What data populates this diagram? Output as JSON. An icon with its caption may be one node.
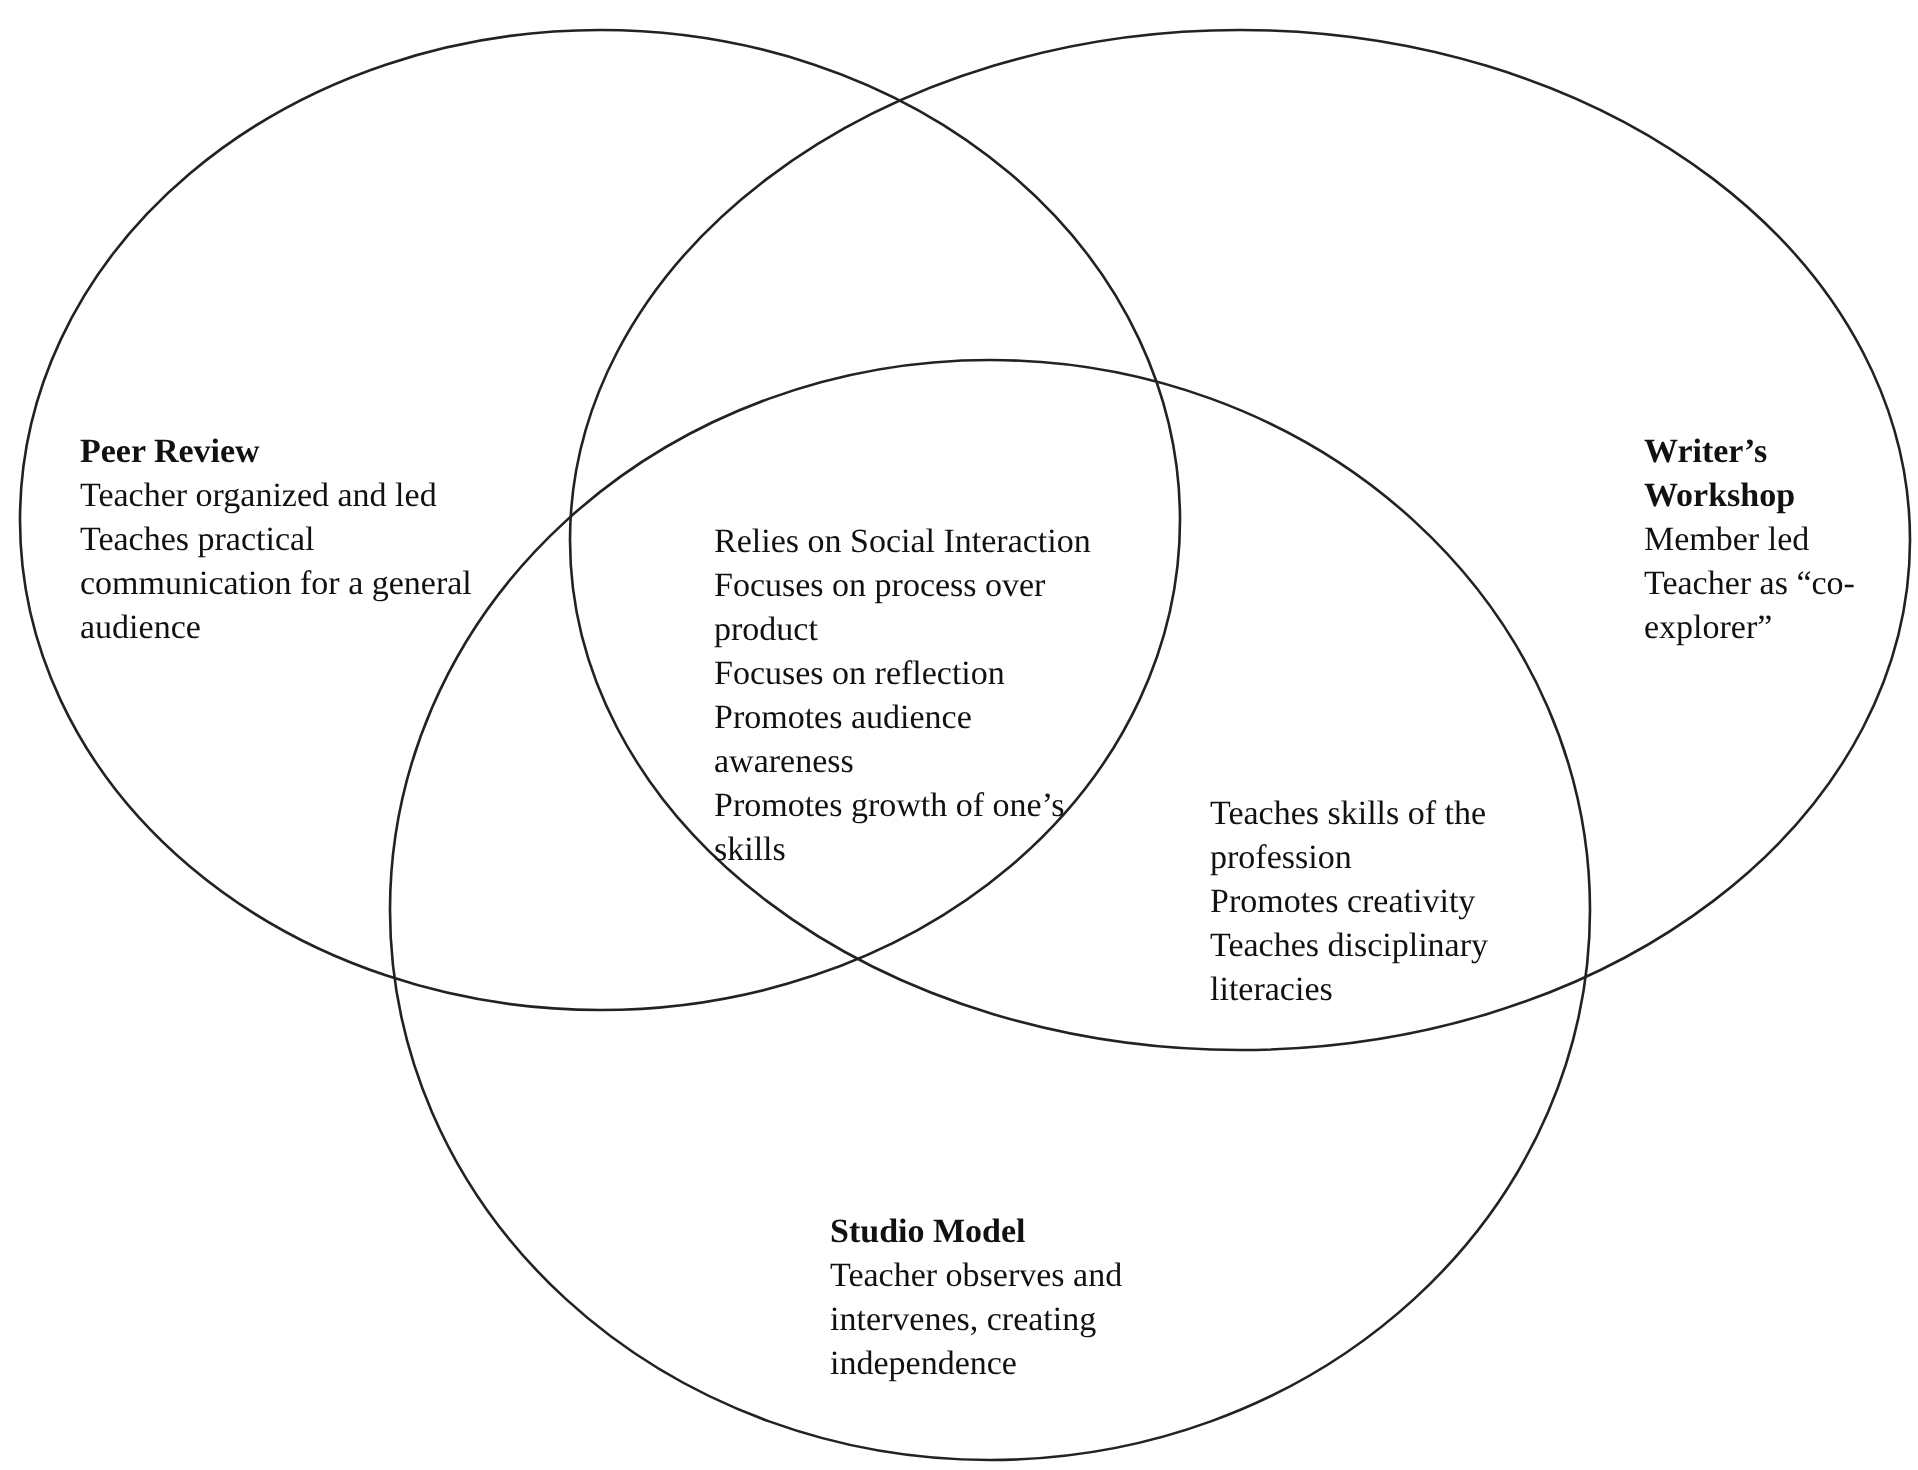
{
  "diagram": {
    "nodes": [
      {
        "text": [
          "Peer Review",
          "Teacher organized and led",
          "Teaches practical communication for a general audience"
        ]
      },
      {
        "text": [
          "Writer’s Workshop",
          "Member led",
          "Teacher as “co-explorer”"
        ]
      },
      {
        "text": [
          "Studio Model",
          "Teacher observes and intervenes, creating independence"
        ]
      }
    ],
    "labels": [
      "Relies on Social Interaction",
      "Focuses on process over product",
      "Focuses on reflection",
      "Promotes audience awareness",
      "Promotes growth of one’s skills",
      "Teaches skills of the profession",
      "Promotes creativity",
      "Teaches disciplinary literacies"
    ]
  }
}
